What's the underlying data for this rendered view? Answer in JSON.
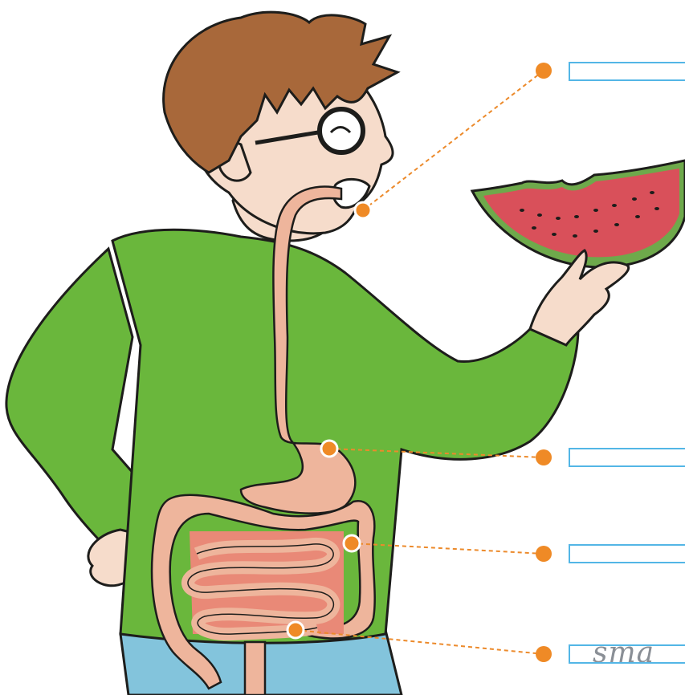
{
  "diagram": {
    "labels": [
      {
        "id": "mouth",
        "text": ""
      },
      {
        "id": "stomach",
        "text": ""
      },
      {
        "id": "large-intestine",
        "text": ""
      },
      {
        "id": "small-intestine",
        "text": "sma"
      }
    ]
  },
  "colors": {
    "leader_line": "#ec8a2b",
    "marker_fill": "#ef8a26",
    "label_border": "#53b6e6",
    "shirt": "#6ab73c",
    "hair": "#a8683a",
    "skin": "#f6dccb",
    "digestive_tract": "#eeb59c",
    "watermelon_flesh": "#d9505a",
    "watermelon_rind": "#6ea94b",
    "jeans": "#83c4dc"
  }
}
